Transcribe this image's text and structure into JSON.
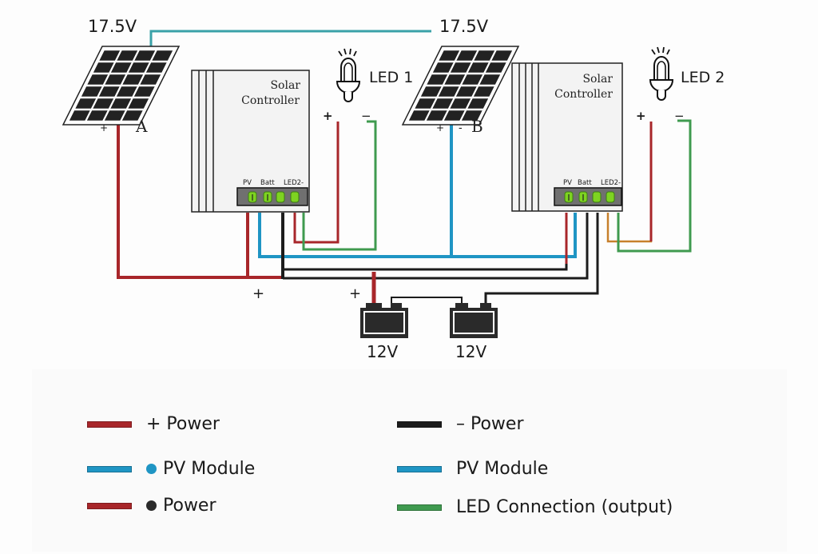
{
  "colors": {
    "positive": "#a8262a",
    "negative": "#1c1c1c",
    "pv": "#1f95c4",
    "pv_top": "#3aa2a8",
    "led": "#3f9a4f",
    "orange": "#c7802c",
    "panel_cell": "#222222",
    "indicator": "#7ed321",
    "indicator_strip": "#707070"
  },
  "diagram": {
    "panel_a": {
      "voltage": "17.5V",
      "label": "A",
      "plus": "+",
      "minus": ""
    },
    "panel_b": {
      "voltage": "17.5V",
      "label": "B",
      "plus": "+",
      "minus": "-"
    },
    "controller_1": {
      "title_line1": "Solar",
      "title_line2": "Controller",
      "ports": [
        "PV",
        "Batt",
        "LED2-"
      ]
    },
    "controller_2": {
      "title_line1": "Solar",
      "title_line2": "Controller",
      "ports": [
        "PV",
        "Batt",
        "LED2-"
      ]
    },
    "led_1": {
      "label": "LED 1",
      "plus": "+",
      "minus": "−"
    },
    "led_2": {
      "label": "LED 2",
      "plus": "+",
      "minus": "−"
    },
    "battery_1": {
      "voltage": "12V"
    },
    "battery_2": {
      "voltage": "12V"
    },
    "junction_plus_1": "+",
    "junction_plus_2": "+"
  },
  "legend": {
    "items": [
      {
        "label": "+ Power",
        "swatch": "#a8262a",
        "dot": null
      },
      {
        "label": "PV Module",
        "swatch": "#1f95c4",
        "dot": "#1f95c4"
      },
      {
        "label": "Power",
        "swatch": "#a8262a",
        "dot": "#2a2a2a"
      },
      {
        "label": "– Power",
        "swatch": "#1c1c1c",
        "dot": null
      },
      {
        "label": "PV Module",
        "swatch": "#1f95c4",
        "dot": null
      },
      {
        "label": "LED Connection (output)",
        "swatch": "#3f9a4f",
        "dot": null
      }
    ]
  }
}
